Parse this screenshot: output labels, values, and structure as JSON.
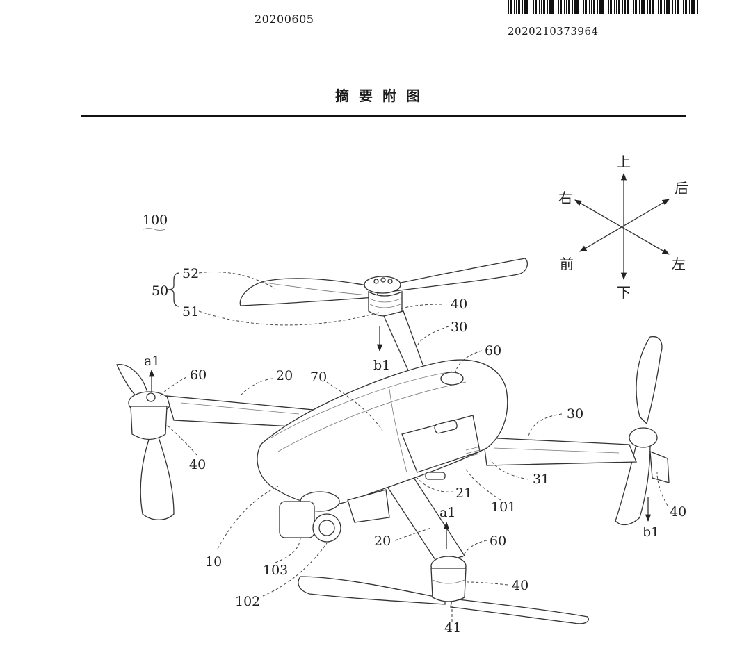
{
  "header": {
    "pub_date": "20200605",
    "app_number": "2020210373964"
  },
  "title": "摘要附图",
  "figure": {
    "device_label": "100",
    "directions": {
      "up": "上",
      "down": "下",
      "front": "前",
      "back": "后",
      "left": "左",
      "right": "右"
    },
    "refs": {
      "r50": "50",
      "r52": "52",
      "r51": "51",
      "r40_top": "40",
      "r30_top": "30",
      "r_b1_top": "b1",
      "r60_center": "60",
      "r70": "70",
      "r_a1_left": "a1",
      "r60_left": "60",
      "r20_top": "20",
      "r40_left": "40",
      "r30_right": "30",
      "r31": "31",
      "r40_right": "40",
      "r_b1_right": "b1",
      "r21": "21",
      "r101": "101",
      "r_a1_bottom": "a1",
      "r20_bottom": "20",
      "r60_bottom": "60",
      "r40_bottom": "40",
      "r41": "41",
      "r10": "10",
      "r103": "103",
      "r102": "102"
    }
  }
}
